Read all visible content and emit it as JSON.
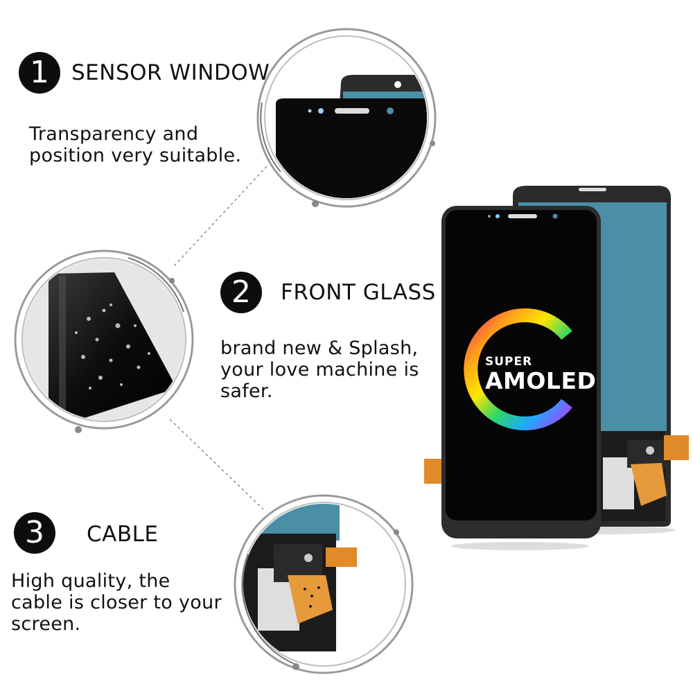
{
  "features": [
    {
      "number": "1",
      "title": "SENSOR WINDOW",
      "description_lines": [
        "Transparency and",
        "position very suitable."
      ]
    },
    {
      "number": "2",
      "title": "FRONT GLASS",
      "description_lines": [
        "brand  new & Splash,",
        "your love machine is",
        "safer."
      ]
    },
    {
      "number": "3",
      "title": "CABLE",
      "description_lines": [
        "High quality, the",
        "cable is closer to your",
        "screen."
      ]
    }
  ],
  "logo": {
    "super": "SUPER",
    "amoled": "AMOLED"
  },
  "colors": {
    "badge": "#0d0d0d",
    "ring": "#9a9a9a",
    "screen": "#0a0a0a",
    "back_panel": "#4a8fa6",
    "flex_cable": "#e08a2a"
  }
}
